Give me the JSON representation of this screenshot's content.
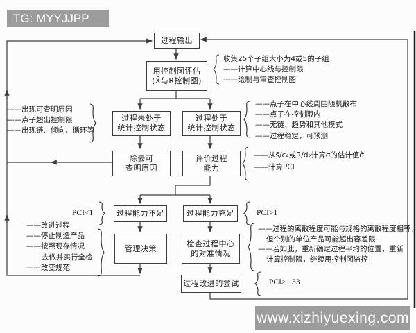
{
  "watermarks": {
    "top": "TG: MYYJJPP",
    "bottom": "www.xizhiyuexing.com"
  },
  "colors": {
    "line": "#3c3c3c",
    "banner_bg": "#9c9c9c",
    "banner_text": "#ffffff",
    "paper": "#fcfcfc"
  },
  "flowchart": {
    "boxes": {
      "process_output": [
        "过程输出"
      ],
      "evaluate": [
        "用控制图评估",
        "(X̄与R控制图)"
      ],
      "not_in_control": [
        "过程未处于",
        "统计控制状态"
      ],
      "in_control": [
        "过程处于",
        "统计控制状态"
      ],
      "remove_causes": [
        "除去可",
        "查明原因"
      ],
      "evaluate_capability": [
        "评价过程",
        "能力"
      ],
      "capability_insufficient": [
        "过程能力不足"
      ],
      "capability_sufficient": [
        "过程能力充足"
      ],
      "management_decision": [
        "管理决策"
      ],
      "check_centering": [
        "检查过程中心",
        "的对准情况"
      ],
      "improvement_attempt": [
        "过程改进的尝试"
      ]
    },
    "labels": {
      "pci_lt1": "PCI<1",
      "pci_gt1": "PCI>1",
      "pci_gt133": "PCI>1.33"
    },
    "notes": {
      "collect": [
        "收集25个子组大小为4或5的子组",
        "——计算中心线与控制限",
        "——绘制与审查控制图"
      ],
      "out_of_control_signs": [
        "——出现可查明原因",
        "——点子超出控制限",
        "——出现链、倾向、循环等"
      ],
      "in_control_signs": [
        "——点子在中心线周围随机散布",
        "——点子在控制限内",
        "——无链、趋势和其他模式",
        "——过程稳定，可预测"
      ],
      "capability_calc": [
        "——从s̄/c₄或R̄/d₂计算σ的估计值σ̂",
        "——计算PCI"
      ],
      "insufficient_actions": [
        "——改进过程",
        "——停止制造产品",
        "——按照现存情况",
        "去做并实行全检",
        "——改变规范"
      ],
      "sufficient_notes": [
        "——过程的离散程度可能与规格的离散程度相等，",
        "但个别的单位产品可能超出容差限",
        "——若如此，重新确定过程平均的位置，重新",
        "计算控制限，继续用控制图监控"
      ]
    }
  }
}
